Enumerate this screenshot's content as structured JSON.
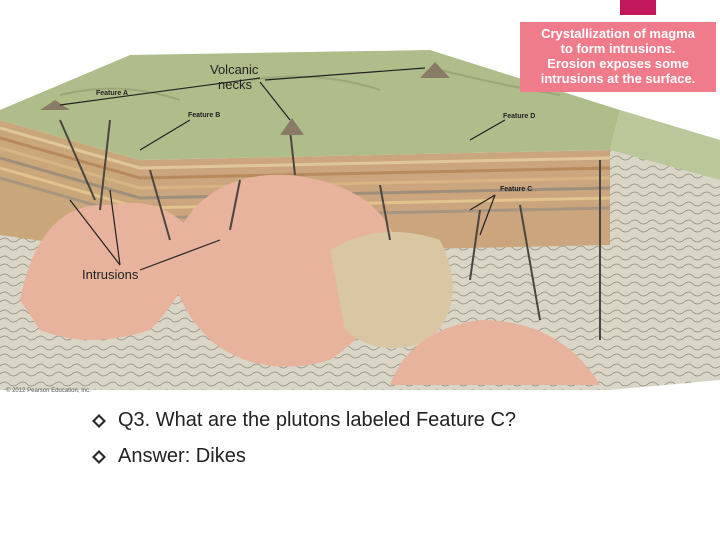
{
  "diagram": {
    "callout_lines": [
      "Crystallization of magma",
      "to form intrusions.",
      "Erosion exposes some",
      "intrusions at the surface."
    ],
    "labels": {
      "volcanic_necks_line1": "Volcanic",
      "volcanic_necks_line2": "necks",
      "feature_a": "Feature A",
      "feature_b": "Feature B",
      "feature_c": "Feature C",
      "feature_d": "Feature D",
      "intrusions": "Intrusions"
    },
    "copyright": "© 2012 Pearson Education, Inc.",
    "colors": {
      "surface": "#aebd8a",
      "pluton": "#e7b39c",
      "accent": "#c2185b",
      "callout": "#f07b8a"
    }
  },
  "bullets": [
    {
      "text": "Q3. What are the plutons labeled Feature C?"
    },
    {
      "text": "Answer: Dikes"
    }
  ]
}
